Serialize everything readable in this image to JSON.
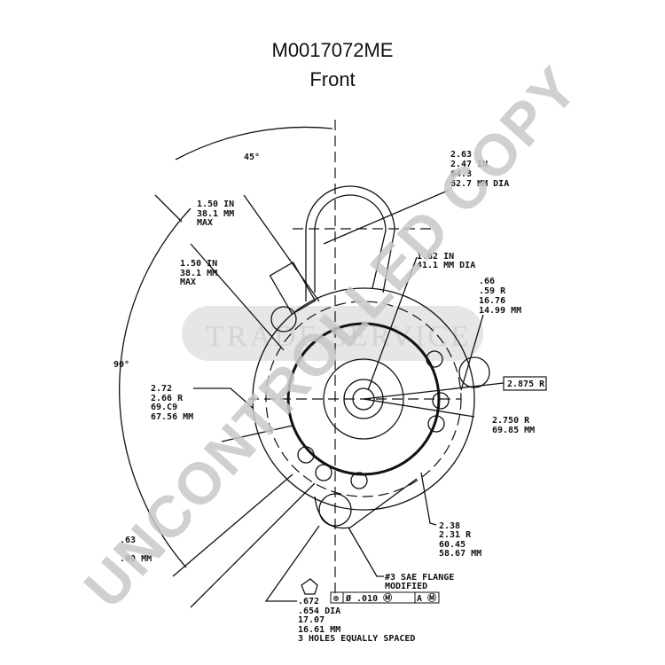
{
  "header": {
    "part_number": "M0017072ME",
    "view": "Front"
  },
  "dimensions": {
    "angle_45": "45°",
    "angle_90": "90°",
    "boss_dia": [
      "2.63",
      "2.47 IN",
      "64.3",
      "62.7 MM DIA"
    ],
    "clearance_1": [
      "1.50 IN",
      "38.1 MM",
      "MAX"
    ],
    "clearance_2": [
      "1.50 IN",
      "38.1 MM",
      "MAX"
    ],
    "pilot_dia": [
      "1.62 IN",
      "41.1 MM DIA"
    ],
    "radius_small": [
      ".66",
      ".59 R",
      "16.76",
      "14.99 MM"
    ],
    "radius_box": "2.875 R",
    "radius_left": [
      "2.72",
      "2.66 R",
      "69.C9",
      "67.56 MM"
    ],
    "radius_bolt": [
      "2.750 R",
      "69.85 MM"
    ],
    "radius_lower": [
      "2.38",
      "2.31 R",
      "60.45",
      "58.67 MM"
    ],
    "flange": [
      "#3 SAE FLANGE",
      "MODIFIED"
    ],
    "offset": [
      ".63",
      "  .00 MM"
    ],
    "hole_dia": [
      ".672",
      ".654 DIA",
      "17.07",
      "16.61 MM",
      "3 HOLES EQUALLY SPACED"
    ],
    "tolerance_frame": [
      "⊕",
      "Ø .010 Ⓜ",
      "A Ⓜ"
    ]
  },
  "watermark": {
    "text": "UNCONTROLLED COPY",
    "logo": "TRADE SERVICE"
  }
}
